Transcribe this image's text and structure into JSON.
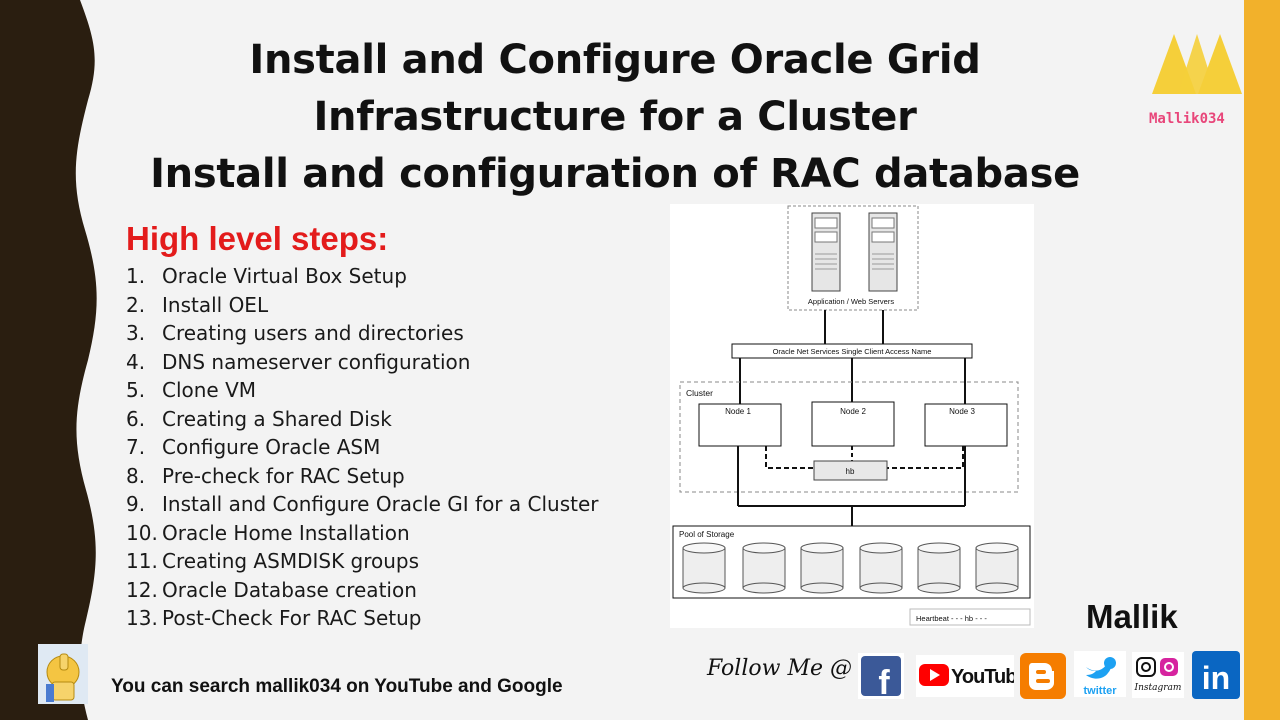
{
  "title": {
    "line1": "Install and Configure Oracle Grid",
    "line2": "Infrastructure for a Cluster",
    "line3": "Install and configuration of RAC database"
  },
  "logo": {
    "text": "Mallik034",
    "color": "#f5cf3a"
  },
  "steps": {
    "heading": "High level steps:",
    "items": [
      {
        "num": "1.",
        "text": "Oracle Virtual Box Setup"
      },
      {
        "num": "2.",
        "text": "Install OEL"
      },
      {
        "num": "3.",
        "text": "Creating users and directories"
      },
      {
        "num": "4.",
        "text": "DNS nameserver configuration"
      },
      {
        "num": "5.",
        "text": "Clone VM"
      },
      {
        "num": "6.",
        "text": "Creating a Shared Disk"
      },
      {
        "num": "7.",
        "text": "Configure Oracle ASM"
      },
      {
        "num": "8.",
        "text": "Pre-check for RAC Setup"
      },
      {
        "num": "9.",
        "text": "Install and Configure Oracle GI for a Cluster"
      },
      {
        "num": "10.",
        "text": "Oracle Home Installation"
      },
      {
        "num": "11.",
        "text": "Creating ASMDISK groups"
      },
      {
        "num": "12.",
        "text": "Oracle Database creation"
      },
      {
        "num": "13.",
        "text": "Post-Check For RAC Setup"
      }
    ]
  },
  "diagram": {
    "servers_label": "Application / Web Servers",
    "scan_label": "Oracle Net Services Single Client Access Name",
    "cluster_label": "Cluster",
    "nodes": [
      "Node 1",
      "Node 2",
      "Node 3"
    ],
    "hb_label": "hb",
    "storage_label": "Pool of Storage",
    "legend": "Heartbeat  - - -  hb - - -"
  },
  "author": "Mallik",
  "footer": {
    "search_text": "You can search mallik034 on YouTube and Google",
    "follow_text": "Follow Me @",
    "social": [
      "facebook-icon",
      "youtube-icon",
      "blogger-icon",
      "twitter-icon",
      "instagram-icon",
      "linkedin-icon"
    ],
    "youtube_text": "YouTube",
    "twitter_text": "twitter",
    "instagram_text": "Instagram",
    "linkedin_text": "in"
  },
  "colors": {
    "accent_bar": "#f2b12b",
    "heading_red": "#e31b1b",
    "left_band": "#2a1e10",
    "facebook": "#3b5998",
    "youtube": "#ff0000",
    "blogger": "#f57d00",
    "twitter": "#1da1f2",
    "linkedin": "#0a66c2"
  }
}
